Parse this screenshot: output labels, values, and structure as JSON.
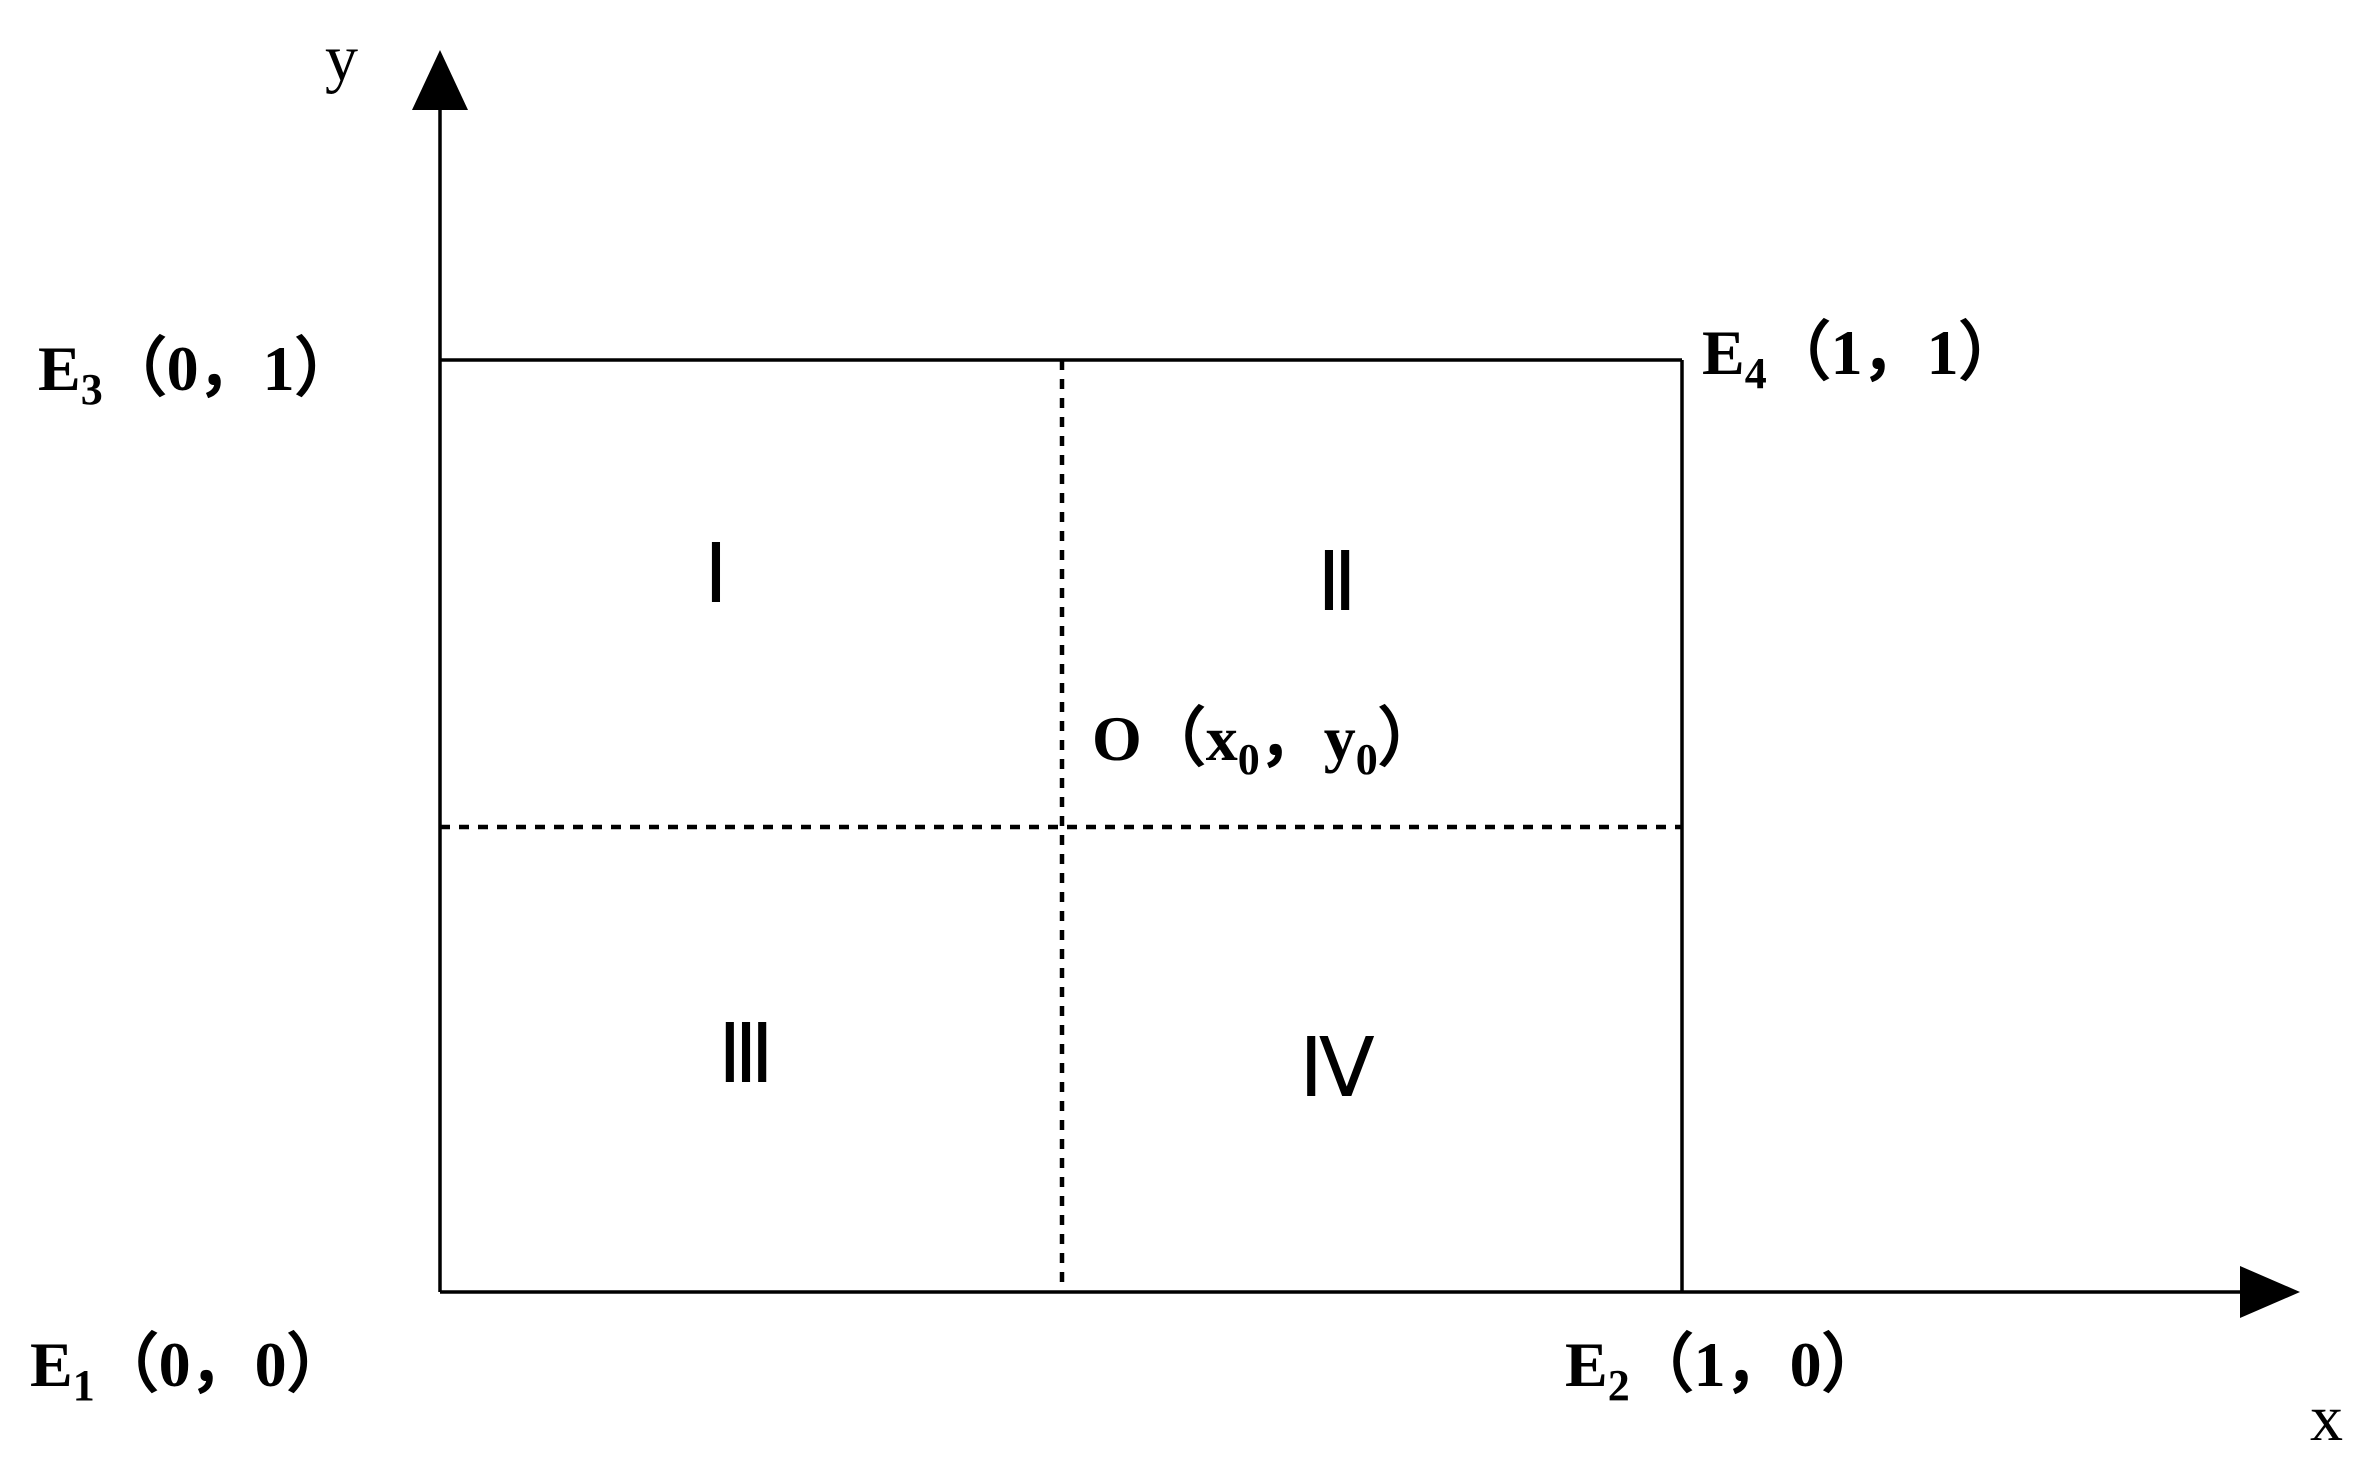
{
  "axes": {
    "x_label": "x",
    "y_label": "y"
  },
  "corners": {
    "e1": {
      "letter": "E",
      "sub": "1",
      "coords": "（0，0）"
    },
    "e2": {
      "letter": "E",
      "sub": "2",
      "coords": "（1，0）"
    },
    "e3": {
      "letter": "E",
      "sub": "3",
      "coords": "（0，1）"
    },
    "e4": {
      "letter": "E",
      "sub": "4",
      "coords": "（1，1）"
    }
  },
  "center": {
    "letter": "O",
    "open": "（",
    "x_var": "x",
    "x_sub": "0",
    "comma": "，",
    "y_var": "y",
    "y_sub": "0",
    "close": "）"
  },
  "regions": {
    "r1": "Ⅰ",
    "r2": "Ⅱ",
    "r3": "Ⅲ",
    "r4": "Ⅳ"
  }
}
